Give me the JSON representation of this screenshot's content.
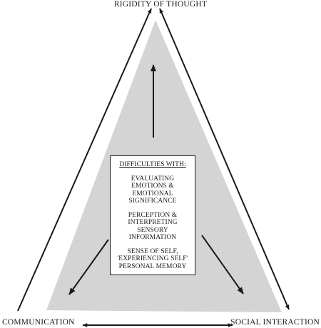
{
  "labels": {
    "top": "RIGIDITY OF THOUGHT",
    "bottom_left": "COMMUNICATION",
    "bottom_right": "SOCIAL INTERACTION"
  },
  "center_box": {
    "heading": "DIFFICULTIES WITH:",
    "groups": [
      {
        "lines": [
          "EVALUATING",
          "EMOTIONS &",
          "EMOTIONAL",
          "SIGNIFICANCE"
        ]
      },
      {
        "lines": [
          "PERCEPTION &",
          "INTERPRETING",
          "SENSORY",
          "INFORMATION"
        ]
      },
      {
        "lines": [
          "SENSE OF SELF,",
          "'EXPERIENCING SELF'",
          "PERSONAL MEMORY"
        ]
      }
    ]
  },
  "colors": {
    "triangle_fill": "#d4d4d4",
    "line": "#1a1a1a"
  }
}
